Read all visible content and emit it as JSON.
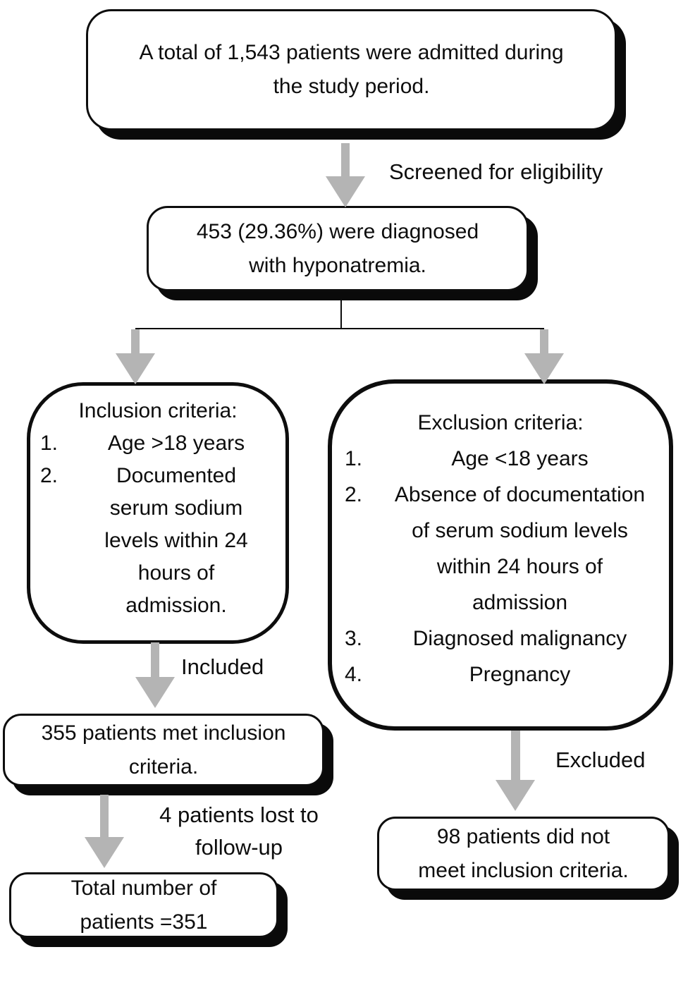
{
  "diagram": {
    "type": "patient-flow-diagram",
    "colors": {
      "ink": "#0d0d0d",
      "arrow_gray": "#b4b4b4",
      "background": "#ffffff"
    },
    "boxes": {
      "admitted": {
        "lines": [
          "A total of 1,543 patients were admitted during",
          "the study period."
        ]
      },
      "diagnosed": {
        "lines": [
          "453 (29.36%) were diagnosed",
          "with hyponatremia."
        ]
      },
      "inclusion": {
        "title": "Inclusion criteria:",
        "items": [
          {
            "num": "1.",
            "text": "Age >18 years"
          },
          {
            "num": "2.",
            "text": "Documented"
          },
          {
            "num": "",
            "text": "serum sodium"
          },
          {
            "num": "",
            "text": "levels within 24"
          },
          {
            "num": "",
            "text": "hours of"
          },
          {
            "num": "",
            "text": "admission."
          }
        ]
      },
      "exclusion": {
        "title": "Exclusion criteria:",
        "items": [
          {
            "num": "1.",
            "text": "Age <18 years"
          },
          {
            "num": "2.",
            "text": "Absence of documentation"
          },
          {
            "num": "",
            "text": "of serum sodium levels"
          },
          {
            "num": "",
            "text": "within 24 hours of"
          },
          {
            "num": "",
            "text": "admission"
          },
          {
            "num": "3.",
            "text": "Diagnosed malignancy"
          },
          {
            "num": "4.",
            "text": "Pregnancy"
          }
        ]
      },
      "met_inclusion": {
        "lines": [
          "355 patients met inclusion",
          "criteria."
        ]
      },
      "total": {
        "lines": [
          "Total number of",
          "patients =351"
        ]
      },
      "not_met": {
        "lines": [
          "98 patients did not",
          "meet inclusion criteria."
        ]
      }
    },
    "arrow_labels": {
      "screened": "Screened for eligibility",
      "included": "Included",
      "excluded": "Excluded",
      "lost": [
        "4 patients lost to",
        "follow-up"
      ]
    }
  }
}
